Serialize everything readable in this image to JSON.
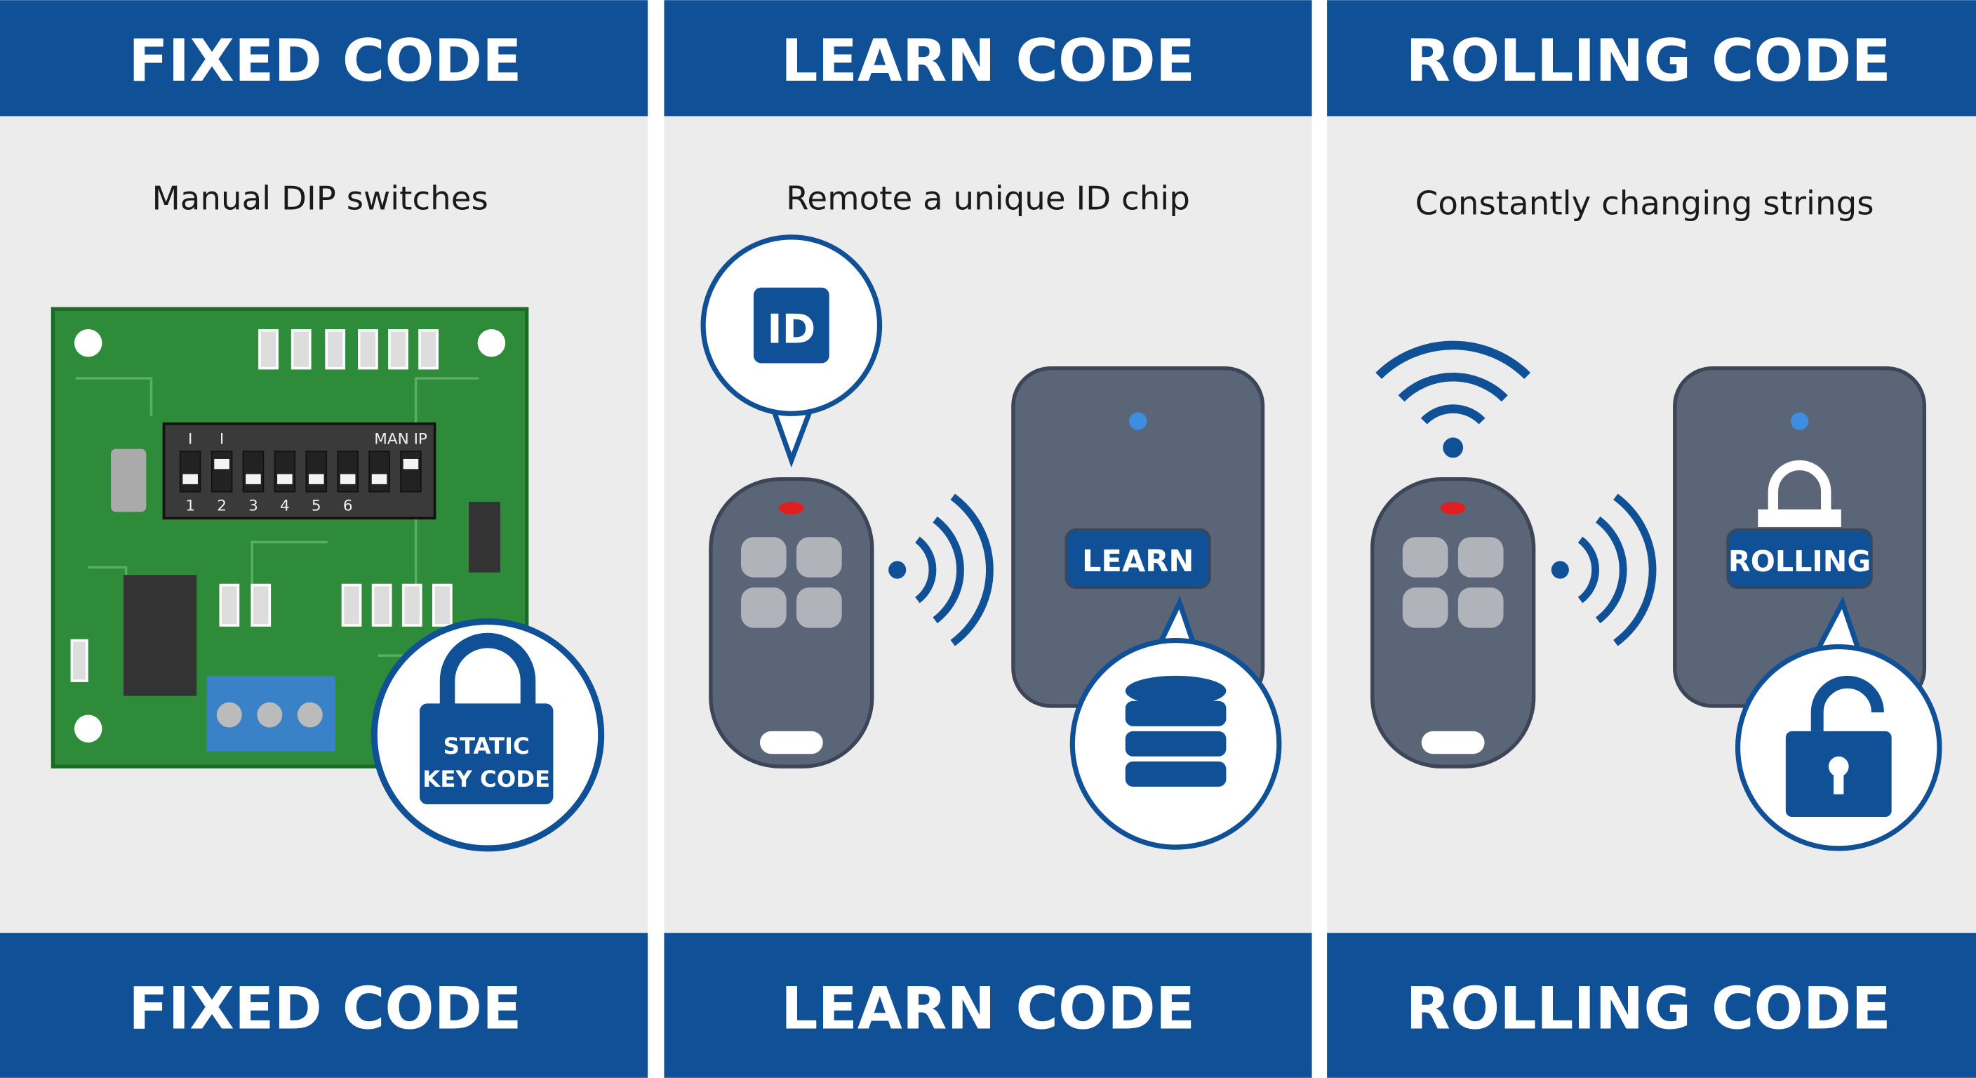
{
  "colors": {
    "header_blue": "#0f5096",
    "panel_bg": "#ececec",
    "pcb_green": "#2e8b3a",
    "device_gray": "#5a6678"
  },
  "panels": [
    {
      "header": "FIXED CODE",
      "subtitle": "Manual DIP switches",
      "footer": "FIXED CODE",
      "badge": "STATIC",
      "badge2": "KEY CODE",
      "dip": {
        "top_labels": [
          "I",
          "I",
          "MAN IP"
        ],
        "numbers": [
          "1",
          "2",
          "3",
          "4",
          "5",
          "6"
        ]
      }
    },
    {
      "header": "LEARN CODE",
      "subtitle": "Remote a unique ID chip",
      "footer": "LEARN CODE",
      "chip": "ID",
      "receiver_label": "LEARN"
    },
    {
      "header": "ROLLING CODE",
      "subtitle": "Constantly changing strings",
      "footer": "ROLLING CODE",
      "receiver_label": "ROLLING"
    }
  ]
}
